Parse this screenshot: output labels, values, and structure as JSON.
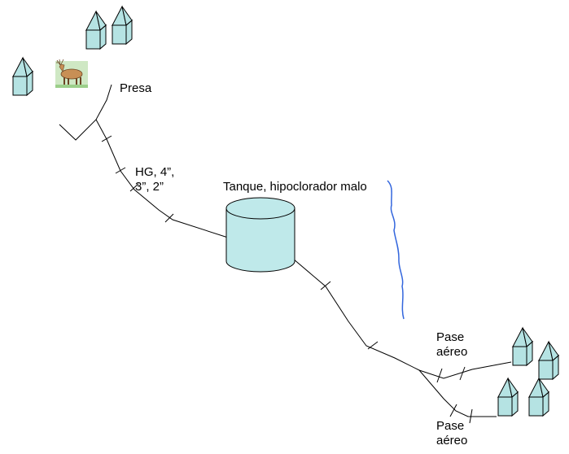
{
  "labels": {
    "dam": "Presa",
    "pipe": "HG, 4”,\n3”, 2”",
    "tank": "Tanque, hipoclorador malo",
    "aerial_crossing_1": "Pase\naéreo",
    "aerial_crossing_2": "Pase\naéreo"
  },
  "colors": {
    "house_fill": "#b5e3e3",
    "tank_fill": "#bfe9ea",
    "stroke": "#000000",
    "river": "#3366dd"
  },
  "icons": {
    "house": "house-icon",
    "tank": "tank-cylinder-icon",
    "deer": "deer-clipart-icon",
    "river": "river-line-icon"
  }
}
